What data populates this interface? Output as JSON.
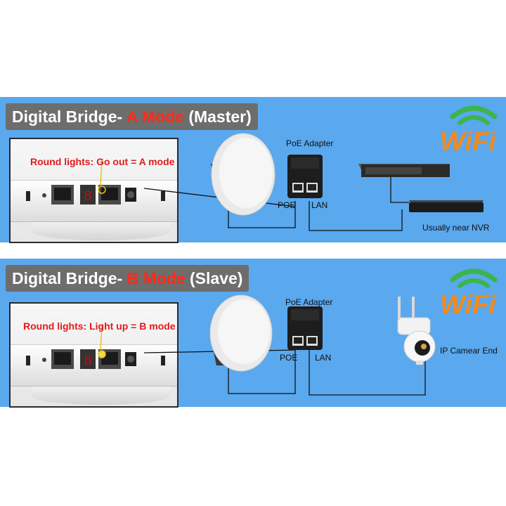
{
  "panel_a": {
    "title_prefix": "Digital Bridge-",
    "title_mode": "A Mode",
    "title_suffix": "(Master)",
    "lights_label": "Round lights: Go out = A mode",
    "adapter_label": "PoE Adapter",
    "port_poe": "POE",
    "port_lan": "LAN",
    "end_label": "Usually near NVR",
    "wifi_logo": "WiFi"
  },
  "panel_b": {
    "title_prefix": "Digital Bridge-",
    "title_mode": "B Mode",
    "title_suffix": "(Slave)",
    "lights_label": "Round lights: Light up = B mode",
    "adapter_label": "PoE Adapter",
    "port_poe": "POE",
    "port_lan": "LAN",
    "end_label": "IP Camear End",
    "wifi_logo": "WiFi"
  },
  "colors": {
    "panel_bg": "#5aa8ee",
    "title_badge": "#6d6d6d",
    "mode_highlight": "#ff2a1a",
    "wifi_green": "#3cb54a",
    "wifi_orange": "#f28a1e"
  },
  "icons": [
    "router-icon",
    "switch-icon",
    "nvr-icon",
    "camera-icon",
    "poe-adapter-icon",
    "wifi-logo-icon"
  ]
}
